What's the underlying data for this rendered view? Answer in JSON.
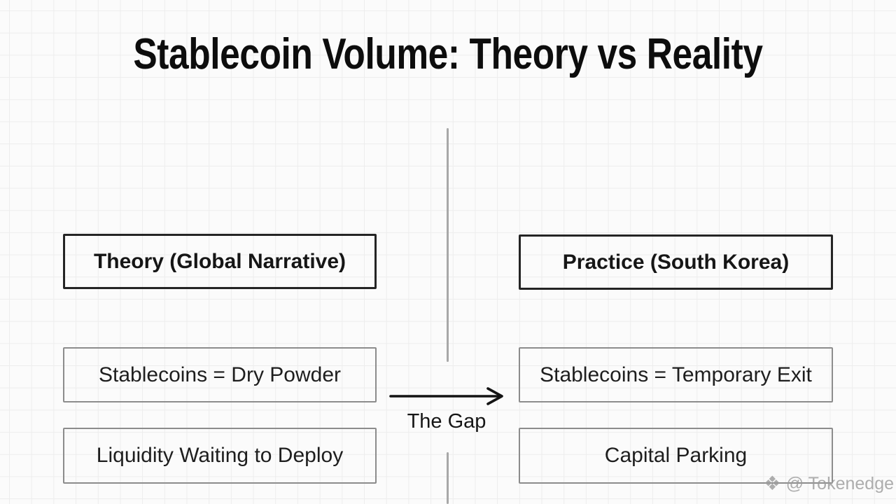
{
  "title": "Stablecoin Volume: Theory vs Reality",
  "columns": {
    "left": {
      "header": "Theory (Global Narrative)",
      "items": [
        "Stablecoins = Dry Powder",
        "Liquidity Waiting to Deploy"
      ]
    },
    "right": {
      "header": "Practice (South Korea)",
      "items": [
        "Stablecoins = Temporary Exit",
        "Capital Parking"
      ]
    }
  },
  "divider": {
    "label": "The Gap"
  },
  "watermark": {
    "icon": "❖",
    "text": "@ Tokenedge"
  },
  "colors": {
    "background": "#fbfbfb",
    "grid_line": "#ededed",
    "strong_border": "#242424",
    "light_border": "#8c8c8c",
    "divider_line": "#a8a8a8",
    "text": "#161616",
    "watermark": "#9a9a9a"
  }
}
